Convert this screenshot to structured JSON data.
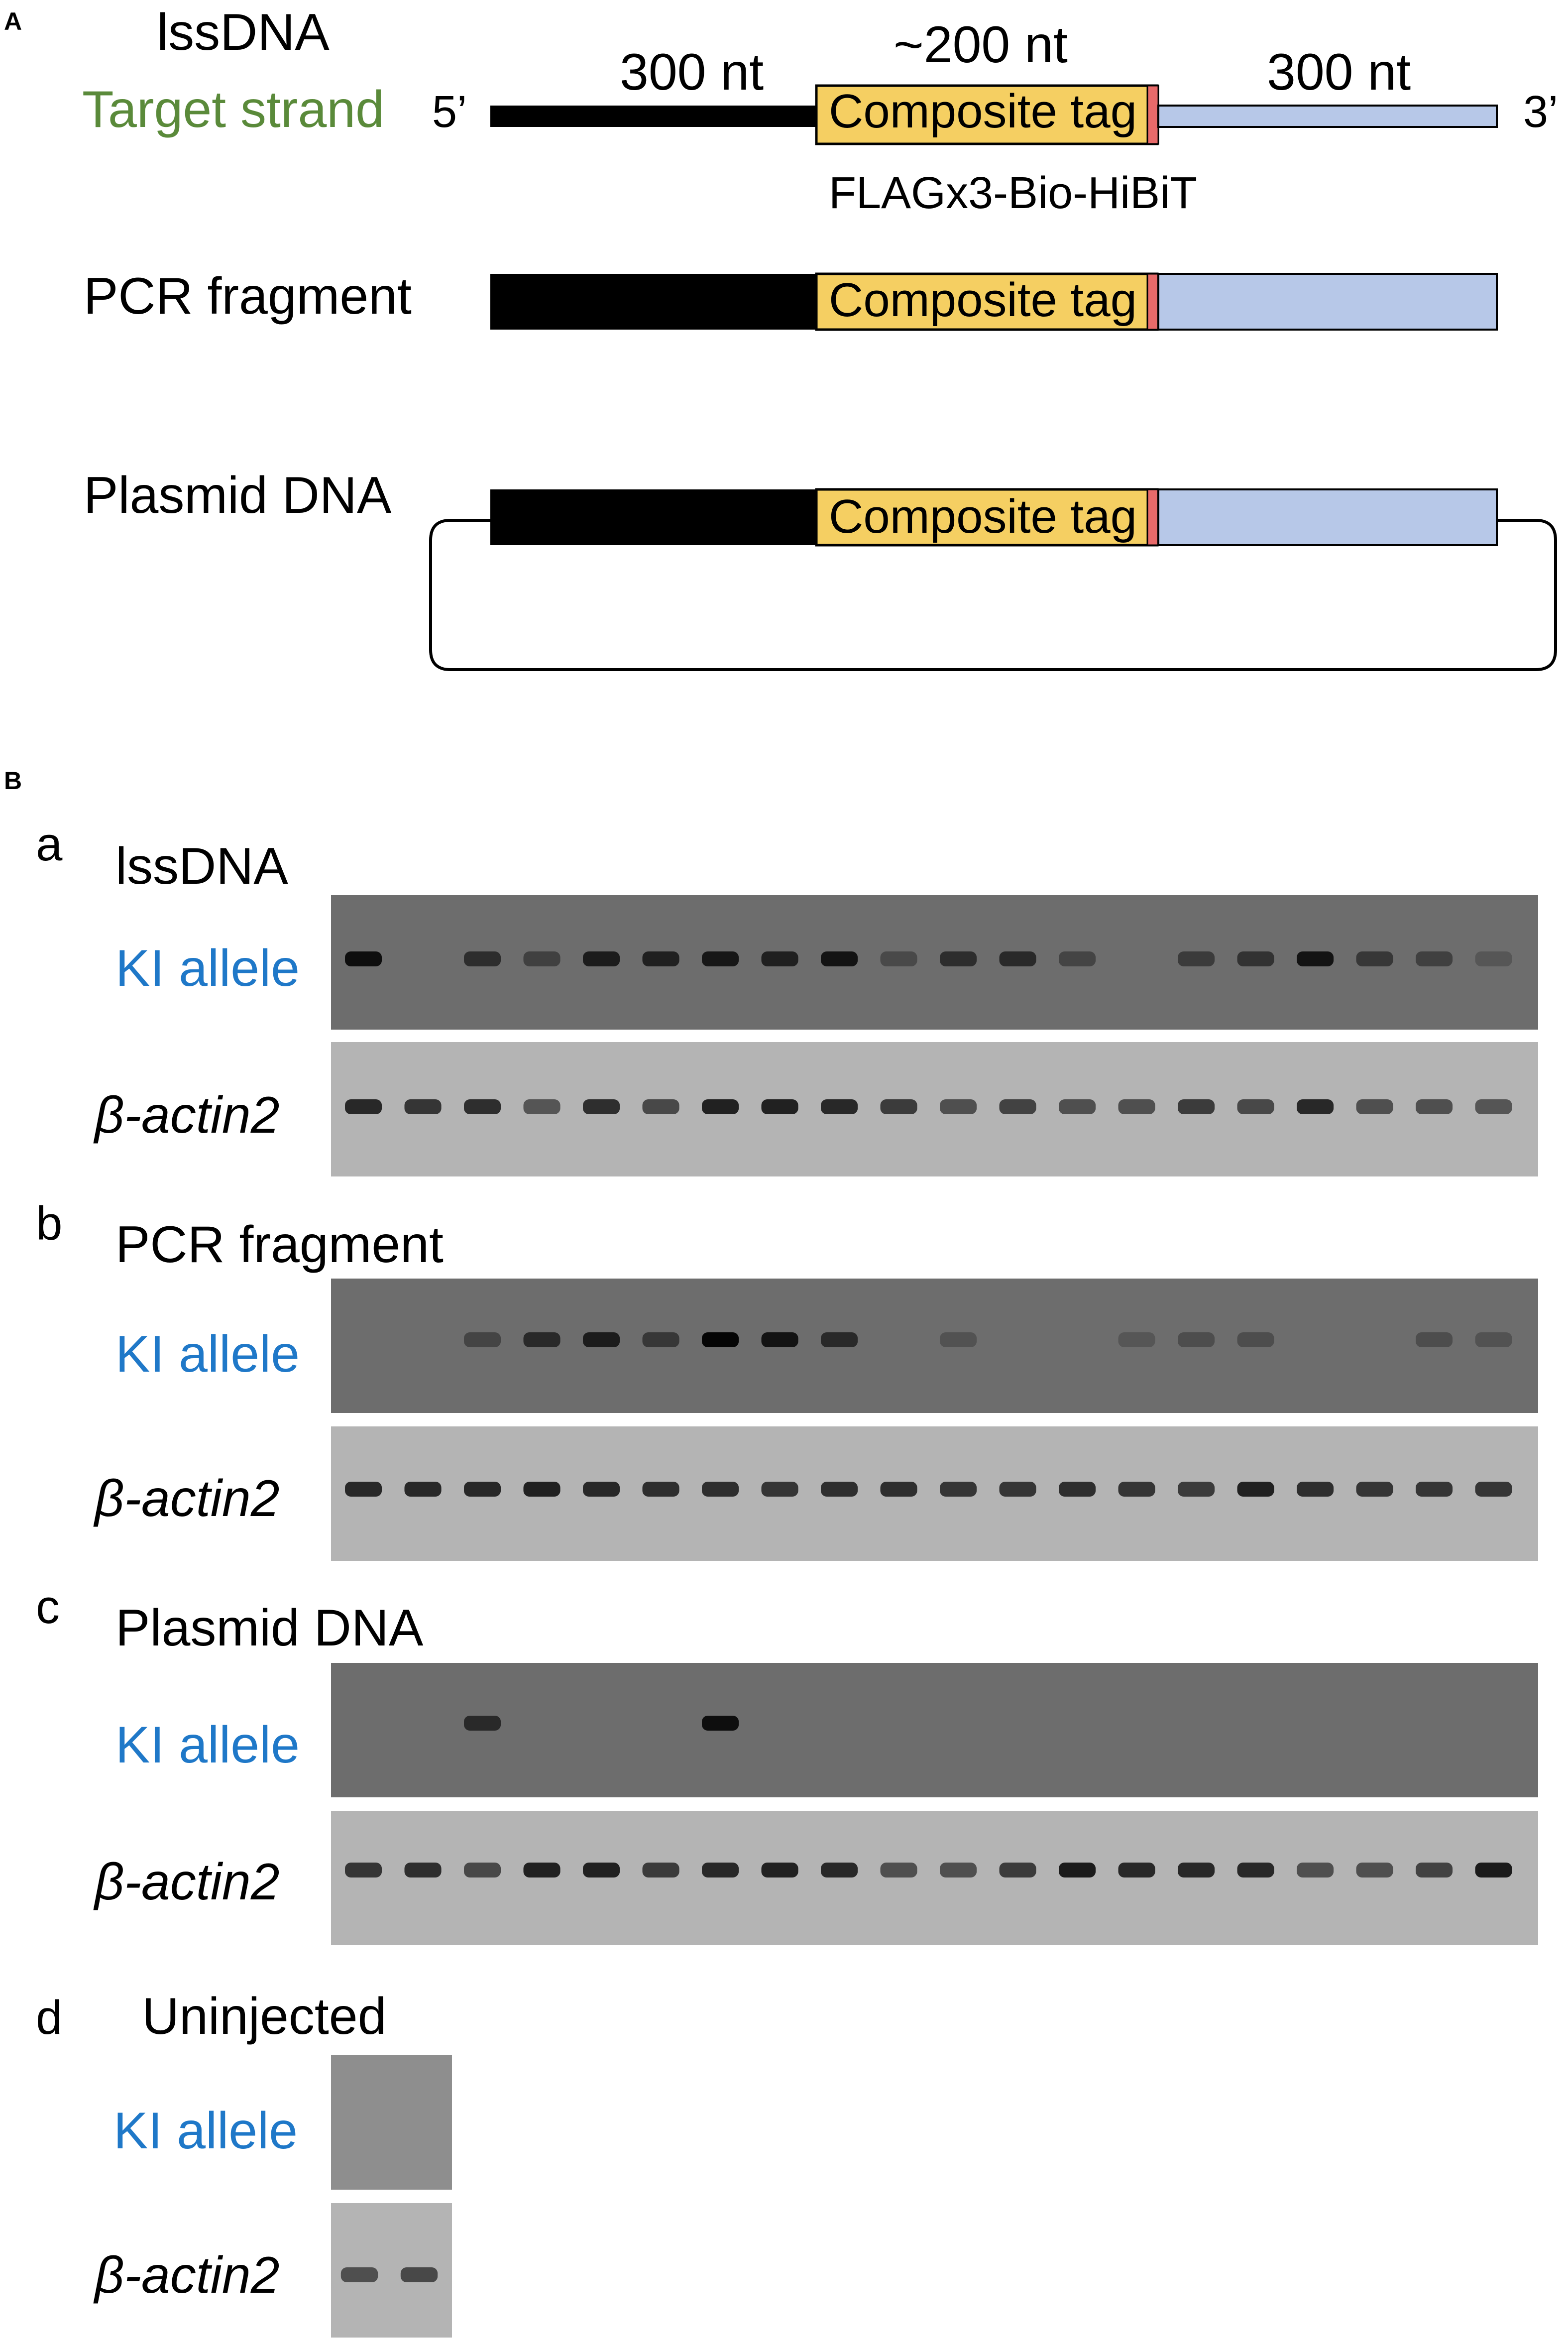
{
  "panel_a": {
    "letter": "A",
    "rows": [
      {
        "title": "lssDNA",
        "sublabel": "Target strand",
        "five_prime": "5’",
        "three_prime": "3’"
      },
      {
        "title": "PCR fragment"
      },
      {
        "title": "Plasmid DNA"
      }
    ],
    "seg_left_len": "300 nt",
    "seg_mid_len": "~200 nt",
    "seg_right_len": "300 nt",
    "tag_label": "Composite tag",
    "tag_detail": "FLAGx3-Bio-HiBiT"
  },
  "panel_b": {
    "letter": "B",
    "ki_label": "KI allele",
    "actin_label": "β-actin2",
    "subpanels": [
      {
        "letter": "a",
        "title": "lssDNA",
        "ki_bands": [
          0.9,
          0,
          0.55,
          0.35,
          0.75,
          0.7,
          0.8,
          0.7,
          0.85,
          0.25,
          0.55,
          0.6,
          0.3,
          0,
          0.4,
          0.5,
          0.85,
          0.45,
          0.35,
          0.1
        ],
        "actin_bands": [
          0.85,
          0.75,
          0.8,
          0.5,
          0.8,
          0.6,
          0.9,
          0.9,
          0.85,
          0.7,
          0.55,
          0.65,
          0.55,
          0.55,
          0.7,
          0.6,
          0.85,
          0.55,
          0.55,
          0.5
        ]
      },
      {
        "letter": "b",
        "title": "PCR fragment",
        "ki_bands": [
          0,
          0,
          0.3,
          0.6,
          0.75,
          0.45,
          1.0,
          0.85,
          0.6,
          0,
          0.15,
          0,
          0,
          0.1,
          0.2,
          0.2,
          0,
          0,
          0.2,
          0.15
        ],
        "actin_bands": [
          0.85,
          0.85,
          0.85,
          0.9,
          0.85,
          0.8,
          0.8,
          0.75,
          0.8,
          0.8,
          0.75,
          0.75,
          0.8,
          0.75,
          0.7,
          0.9,
          0.8,
          0.75,
          0.75,
          0.75
        ]
      },
      {
        "letter": "c",
        "title": "Plasmid DNA",
        "ki_bands": [
          0,
          0,
          0.6,
          0,
          0,
          0,
          0.9,
          0,
          0,
          0,
          0,
          0,
          0,
          0,
          0,
          0,
          0,
          0,
          0,
          0
        ],
        "actin_bands": [
          0.75,
          0.8,
          0.6,
          0.9,
          0.9,
          0.7,
          0.85,
          0.9,
          0.85,
          0.55,
          0.55,
          0.7,
          0.95,
          0.85,
          0.85,
          0.85,
          0.55,
          0.55,
          0.65,
          0.95
        ]
      },
      {
        "letter": "d",
        "title": "Uninjected",
        "ki_bands": [
          0,
          0
        ],
        "actin_bands": [
          0.55,
          0.6
        ]
      }
    ]
  },
  "colors": {
    "target_strand_green": "#5a8a3a",
    "ki_label_blue": "#1f78c8",
    "tag_fill": "#f5cf62",
    "tag_marker_red": "#e86a6a",
    "right_arm_fill": "#b7c8e8",
    "left_arm_fill": "#000000",
    "gel_dark_bg": "#6d6d6d",
    "gel_light_bg": "#b4b4b4"
  }
}
